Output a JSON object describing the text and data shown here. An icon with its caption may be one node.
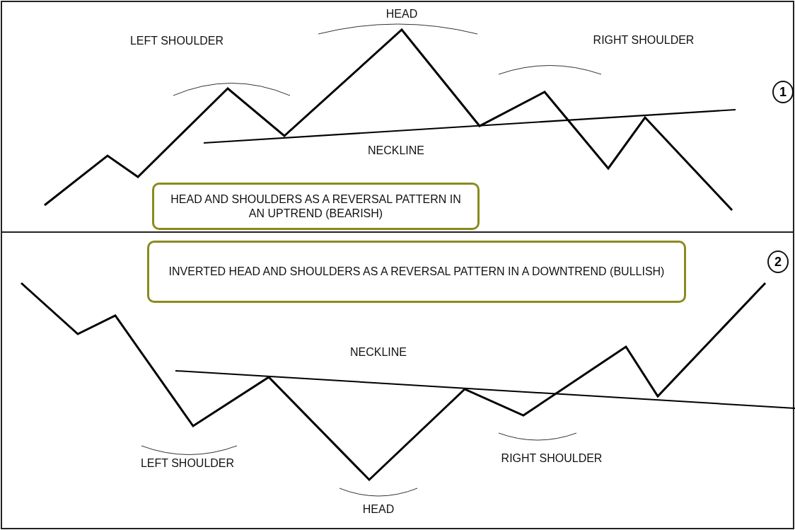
{
  "diagram": {
    "nodes": [
      {
        "text": [
          "1"
        ]
      },
      {
        "text": [
          "HEAD AND SHOULDERS AS A REVERSAL PATTERN IN AN UPTREND (BEARISH)"
        ]
      },
      {
        "text": [
          "INVERTED HEAD AND SHOULDERS AS A REVERSAL PATTERN IN A DOWNTREND (BULLISH)"
        ]
      },
      {
        "text": [
          "2"
        ]
      }
    ],
    "edges": [],
    "labels": [
      "HEAD",
      "LEFT SHOULDER",
      "RIGHT SHOULDER",
      "NECKLINE",
      "NECKLINE",
      "LEFT SHOULDER",
      "RIGHT SHOULDER",
      "HEAD"
    ]
  }
}
